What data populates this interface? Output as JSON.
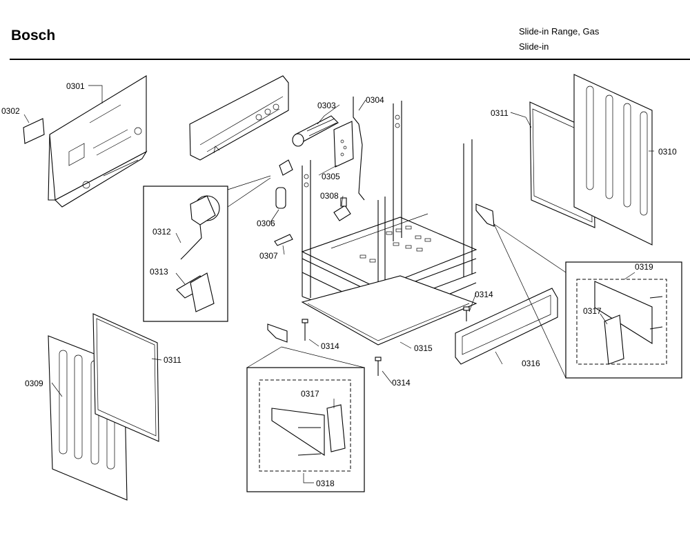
{
  "header": {
    "brand": "Bosch",
    "model_line_1": "Slide-in Range, Gas",
    "model_line_2": "Slide-in"
  },
  "callouts": [
    {
      "key": "c0301",
      "label": "0301"
    },
    {
      "key": "c0302",
      "label": "0302"
    },
    {
      "key": "c0303",
      "label": "0303"
    },
    {
      "key": "c0304",
      "label": "0304"
    },
    {
      "key": "c0305",
      "label": "0305"
    },
    {
      "key": "c0306",
      "label": "0306"
    },
    {
      "key": "c0307",
      "label": "0307"
    },
    {
      "key": "c0308",
      "label": "0308"
    },
    {
      "key": "c0309",
      "label": "0309"
    },
    {
      "key": "c0310",
      "label": "0310"
    },
    {
      "key": "c0311a",
      "label": "0311"
    },
    {
      "key": "c0311b",
      "label": "0311"
    },
    {
      "key": "c0312",
      "label": "0312"
    },
    {
      "key": "c0313",
      "label": "0313"
    },
    {
      "key": "c0314a",
      "label": "0314"
    },
    {
      "key": "c0314b",
      "label": "0314"
    },
    {
      "key": "c0314c",
      "label": "0314"
    },
    {
      "key": "c0315",
      "label": "0315"
    },
    {
      "key": "c0316",
      "label": "0316"
    },
    {
      "key": "c0317a",
      "label": "0317"
    },
    {
      "key": "c0317b",
      "label": "0317"
    },
    {
      "key": "c0318",
      "label": "0318"
    },
    {
      "key": "c0319",
      "label": "0319"
    }
  ]
}
